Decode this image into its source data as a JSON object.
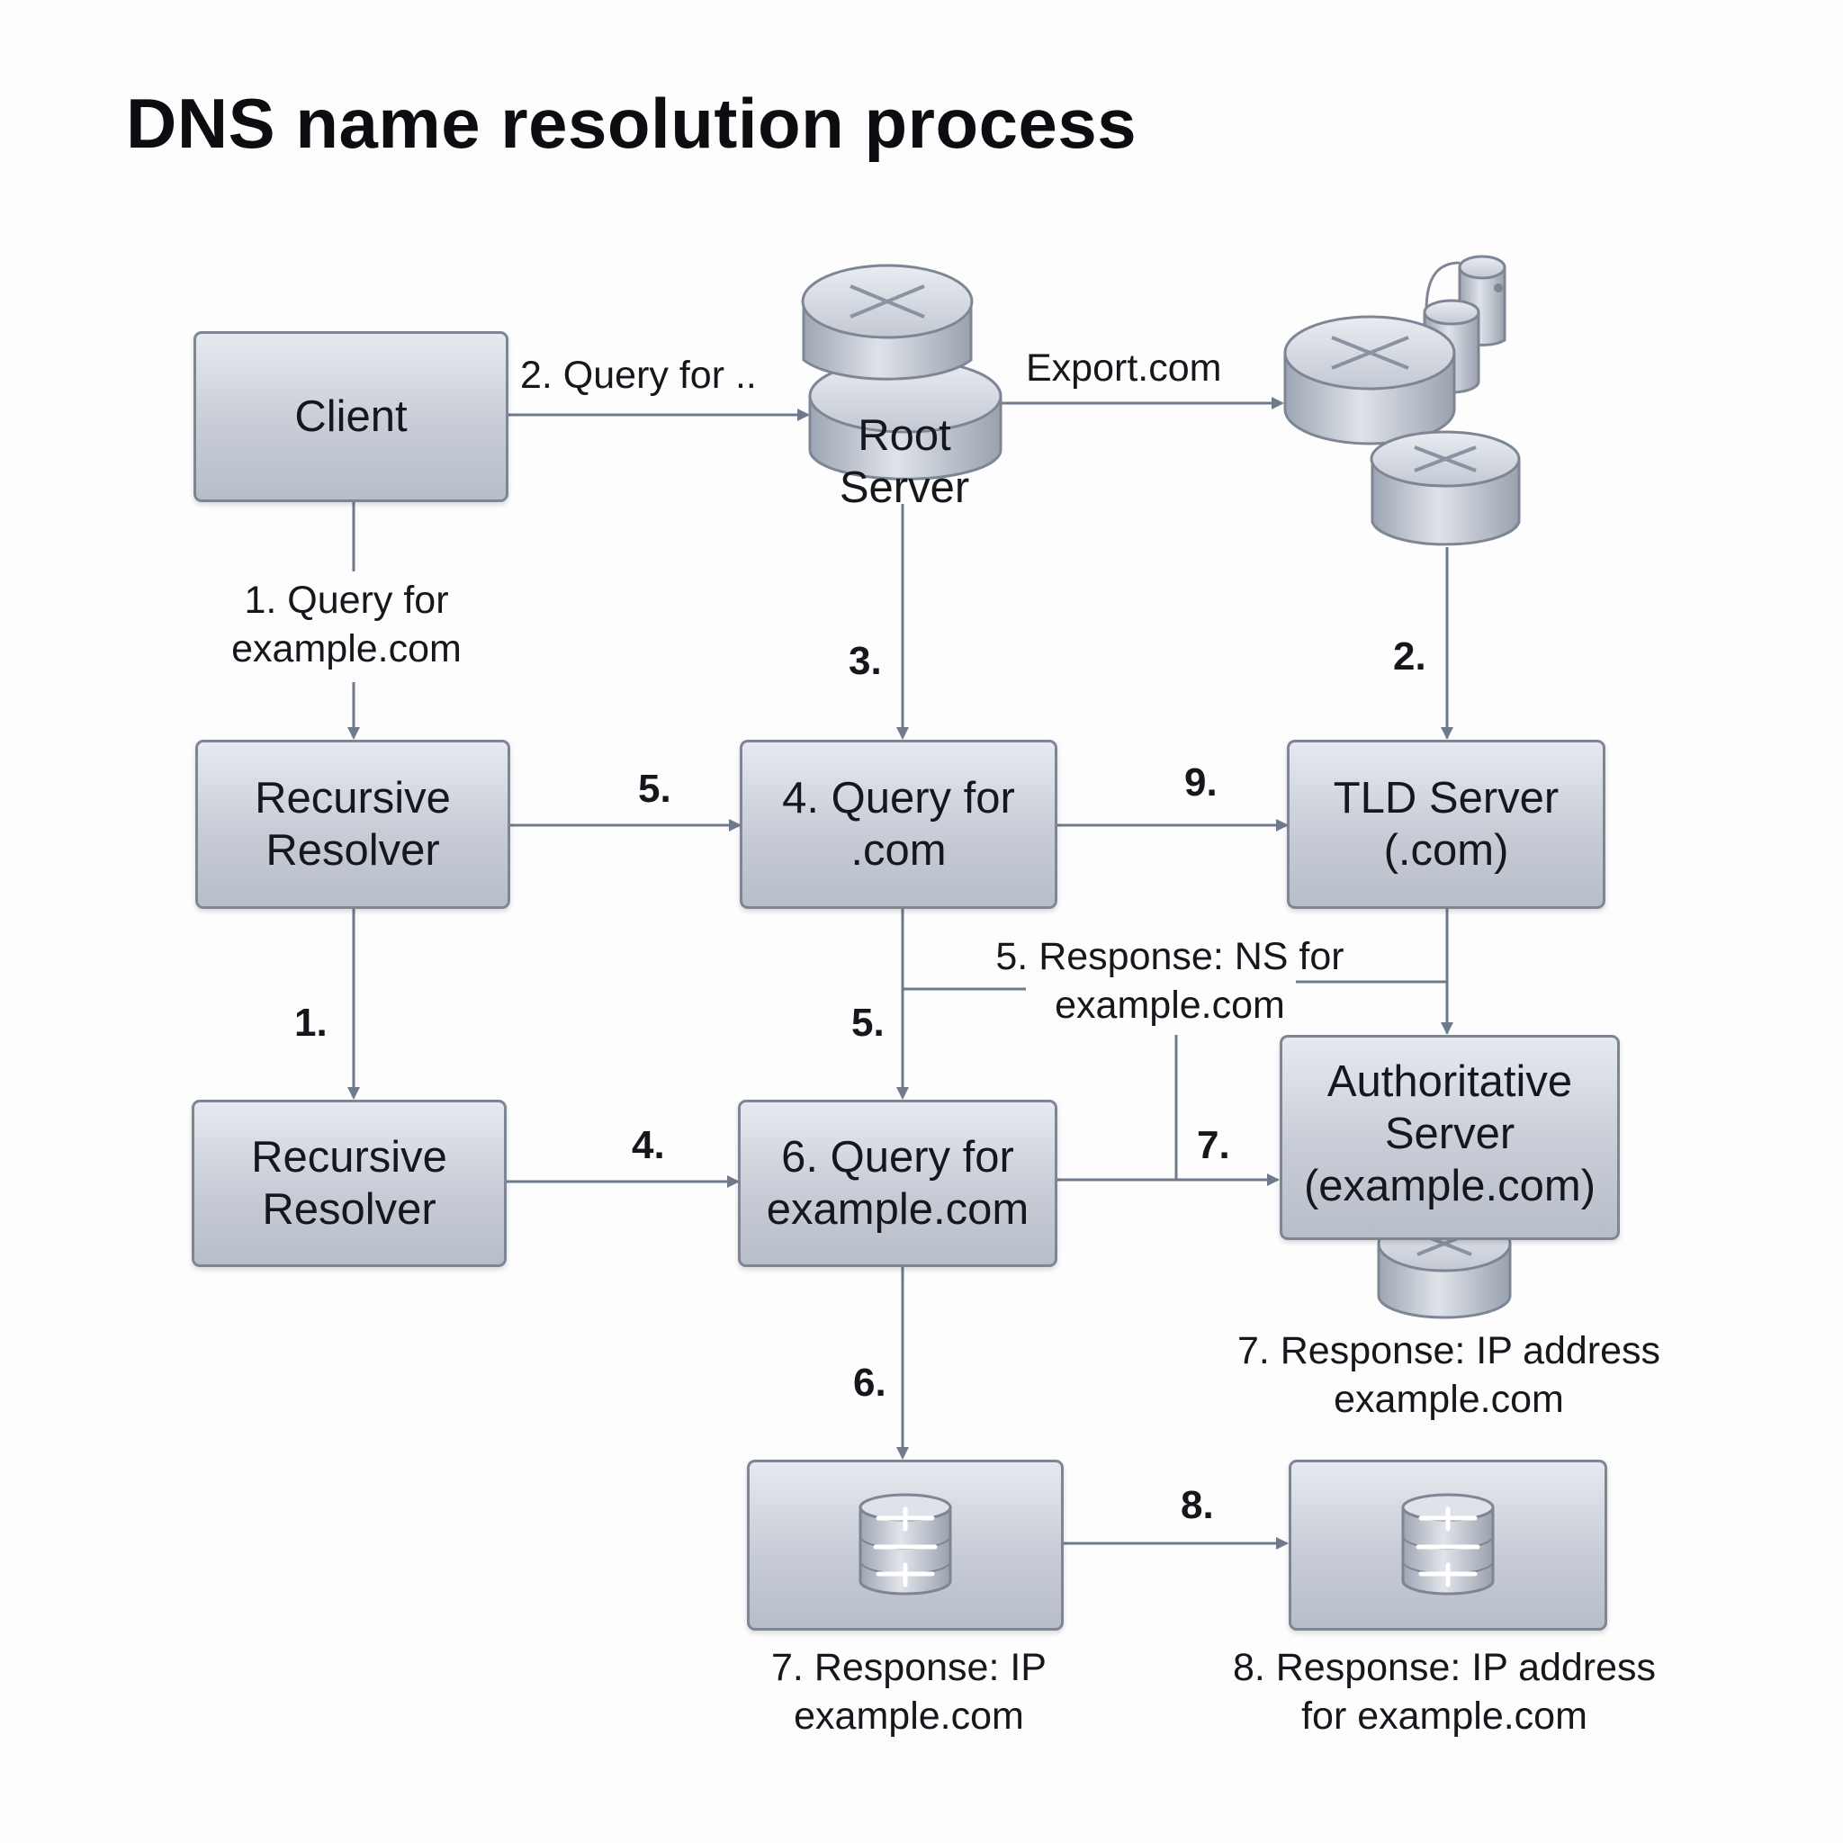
{
  "title": "DNS name resolution process",
  "nodes": {
    "client": "Client",
    "root_server": "Root\nServer",
    "recursive_resolver_1": "Recursive\nResolver",
    "query_com": "4. Query for\n.com",
    "tld_server": "TLD Server\n(.com)",
    "recursive_resolver_2": "Recursive\nResolver",
    "query_example": "6. Query for\nexample.com",
    "authoritative_server": "Authoritative\nServer\n(example.com)"
  },
  "labels": {
    "query_client_root": "2. Query for ..",
    "export_com": "Export.com",
    "query_client_resolver": "1. Query for\nexample.com",
    "response_ns": "5. Response: NS for\nexample.com",
    "response_ip_auth": "7. Response: IP address\nexample.com",
    "response_ip_left": "7. Response: IP\nexample.com",
    "response_ip_right": "8. Response: IP address\nfor example.com"
  },
  "step_numbers": {
    "root_down": "3.",
    "tld_cluster_down": "2.",
    "resolver_to_query_com": "5.",
    "query_com_to_tld": "9.",
    "resolver_down": "1.",
    "query_com_down": "5.",
    "resolver_to_query_example": "4.",
    "to_authoritative": "7.",
    "query_example_down": "6.",
    "bottom_right_arrow": "8."
  },
  "colors": {
    "arrow": "#6f7a8c",
    "box_border": "#7e8594",
    "box_fill_top": "#e6e9ef",
    "box_fill_bottom": "#b8bec9"
  },
  "icons": [
    "router-icon",
    "database-icon",
    "server-stack-icon"
  ]
}
